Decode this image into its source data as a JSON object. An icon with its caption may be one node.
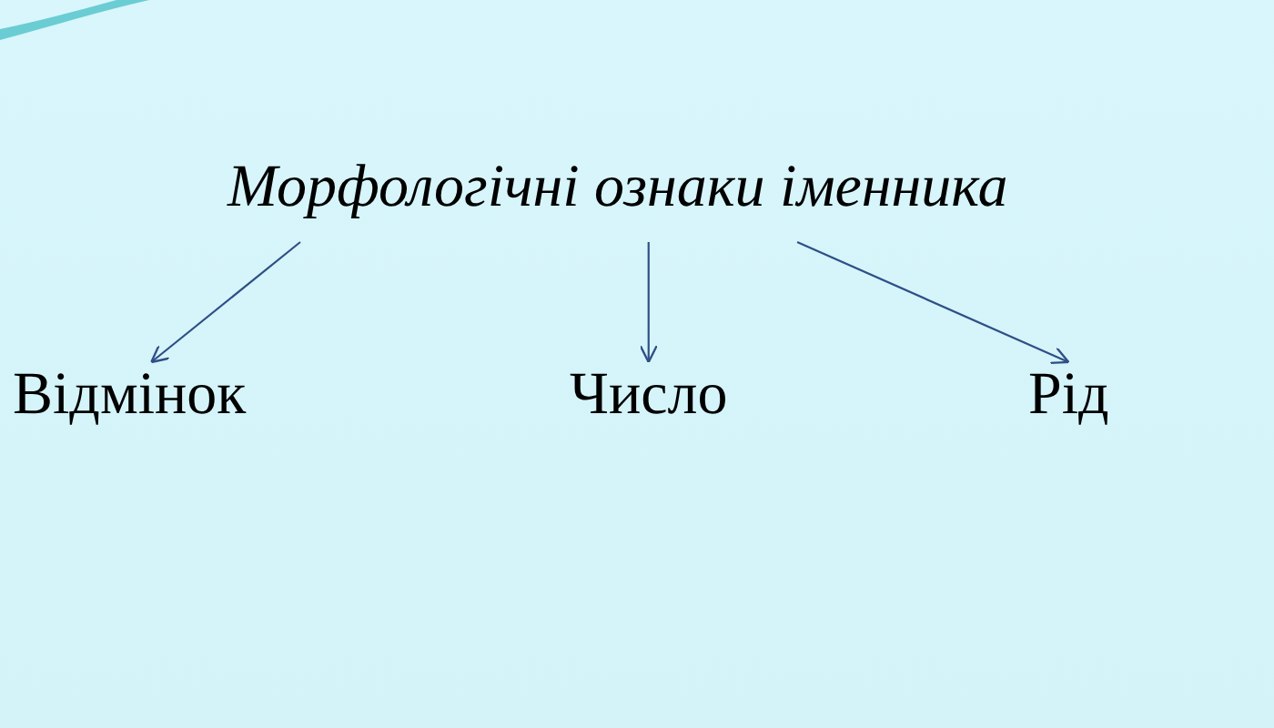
{
  "diagram": {
    "nodes": [
      {
        "text": [
          "Морфологічні ознаки іменника"
        ]
      },
      {
        "text": [
          "Відмінок"
        ]
      },
      {
        "text": [
          "Число"
        ]
      },
      {
        "text": [
          "Рід"
        ]
      }
    ],
    "edges": [
      {
        "from": 0,
        "to": 1,
        "arrow": "to"
      },
      {
        "from": 0,
        "to": 2,
        "arrow": "to"
      },
      {
        "from": 0,
        "to": 3,
        "arrow": "to"
      }
    ]
  }
}
